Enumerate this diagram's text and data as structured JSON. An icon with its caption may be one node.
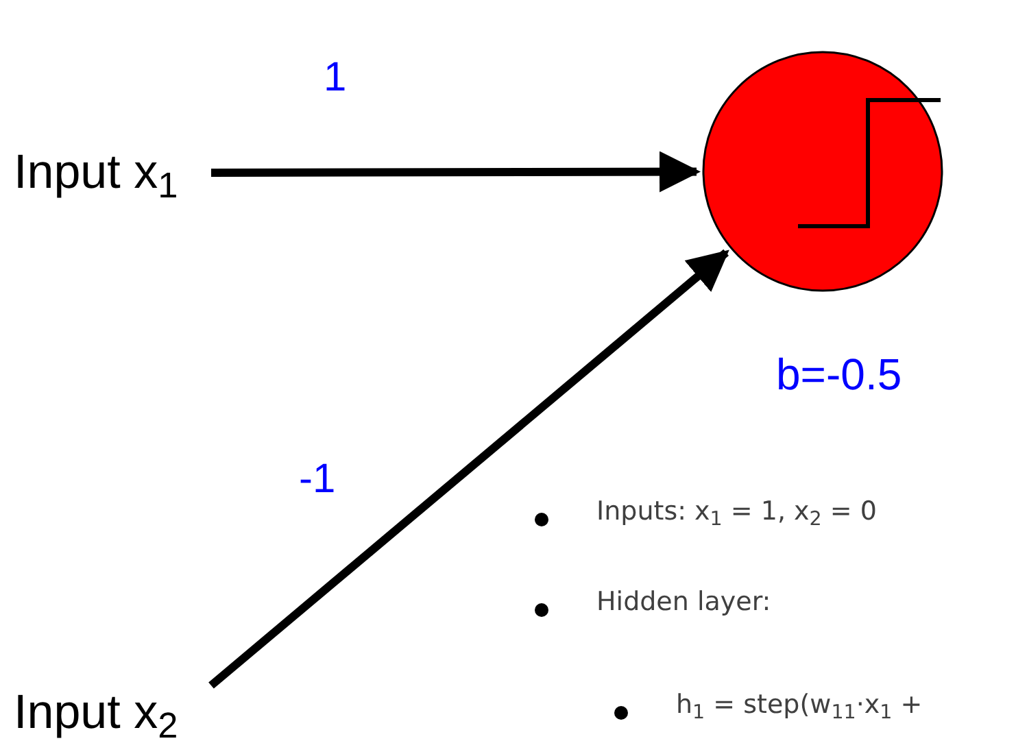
{
  "diagram": {
    "nodes": [
      {
        "text": [
          "Input x$_{1}$"
        ]
      },
      {
        "text": [
          "Input x$_{2}$"
        ]
      },
      {
        "text": [],
        "shape": "circle",
        "beside": [
          "b=-0.5"
        ]
      }
    ],
    "edges": [
      {
        "from": 0,
        "to": 2,
        "arrow": "to",
        "label": "1"
      },
      {
        "from": 1,
        "to": 2,
        "arrow": "to",
        "label": "-1"
      }
    ],
    "labels": [
      "Inputs: x$_{1}$ = 1, x$_{2}$ = 0",
      "Hidden layer:",
      "h$_{1}$ = step(w$_{11}$·x$_{1}$ +"
    ]
  }
}
